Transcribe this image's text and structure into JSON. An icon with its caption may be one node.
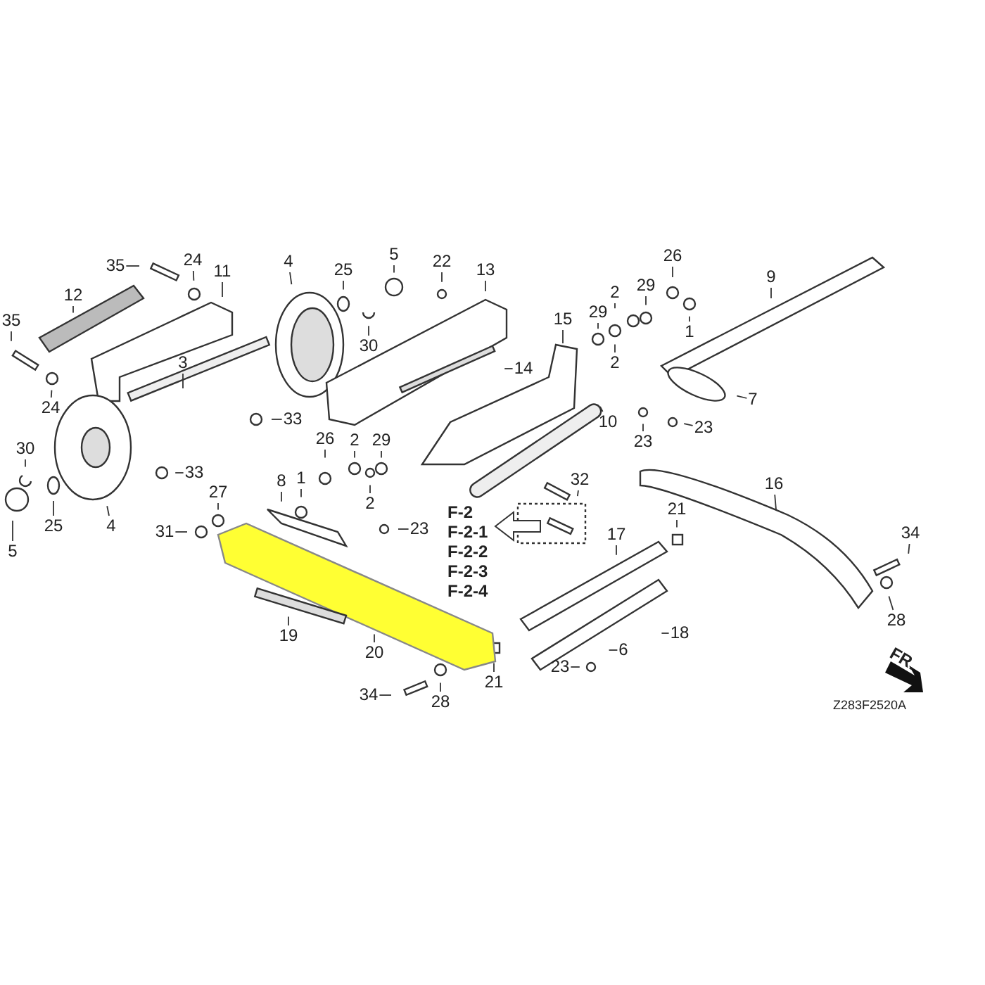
{
  "diagram": {
    "nodes": [
      {
        "text": [
          "35"
        ]
      },
      {
        "text": [
          "24"
        ]
      },
      {
        "text": [
          "11"
        ]
      },
      {
        "text": [
          "12"
        ]
      },
      {
        "text": [
          "35"
        ]
      },
      {
        "text": [
          "24"
        ]
      },
      {
        "text": [
          "3"
        ]
      },
      {
        "text": [
          "33"
        ]
      },
      {
        "text": [
          "33"
        ]
      },
      {
        "text": [
          "4"
        ]
      },
      {
        "text": [
          "30"
        ]
      },
      {
        "text": [
          "25"
        ]
      },
      {
        "text": [
          "4"
        ]
      },
      {
        "text": [
          "5"
        ]
      },
      {
        "text": [
          "27"
        ]
      },
      {
        "text": [
          "31"
        ]
      },
      {
        "text": [
          "8"
        ]
      },
      {
        "text": [
          "1"
        ]
      },
      {
        "text": [
          "26"
        ]
      },
      {
        "text": [
          "2"
        ]
      },
      {
        "text": [
          "29"
        ]
      },
      {
        "text": [
          "2"
        ]
      },
      {
        "text": [
          "23"
        ]
      },
      {
        "text": [
          "25"
        ]
      },
      {
        "text": [
          "5"
        ]
      },
      {
        "text": [
          "30"
        ]
      },
      {
        "text": [
          "22"
        ]
      },
      {
        "text": [
          "13"
        ]
      },
      {
        "text": [
          "14"
        ]
      },
      {
        "text": [
          "15"
        ]
      },
      {
        "text": [
          "29"
        ]
      },
      {
        "text": [
          "2"
        ]
      },
      {
        "text": [
          "29"
        ]
      },
      {
        "text": [
          "26"
        ]
      },
      {
        "text": [
          "2"
        ]
      },
      {
        "text": [
          "1"
        ]
      },
      {
        "text": [
          "9"
        ]
      },
      {
        "text": [
          "7"
        ]
      },
      {
        "text": [
          "23"
        ]
      },
      {
        "text": [
          "23"
        ]
      },
      {
        "text": [
          "10"
        ]
      },
      {
        "text": [
          "32"
        ]
      },
      {
        "text": [
          "16"
        ]
      },
      {
        "text": [
          "21"
        ]
      },
      {
        "text": [
          "34"
        ]
      },
      {
        "text": [
          "28"
        ]
      },
      {
        "text": [
          "17"
        ]
      },
      {
        "text": [
          "18"
        ]
      },
      {
        "text": [
          "6"
        ]
      },
      {
        "text": [
          "23"
        ]
      },
      {
        "text": [
          "21"
        ]
      },
      {
        "text": [
          "20"
        ]
      },
      {
        "text": [
          "19"
        ]
      },
      {
        "text": [
          "34"
        ]
      },
      {
        "text": [
          "28"
        ]
      }
    ],
    "edges": [
      {
        "from": 0,
        "to": null,
        "arrow": "none"
      },
      {
        "from": 1,
        "to": null,
        "arrow": "none"
      },
      {
        "from": 2,
        "to": null,
        "arrow": "none"
      },
      {
        "from": 3,
        "to": null,
        "arrow": "none"
      },
      {
        "from": 4,
        "to": null,
        "arrow": "none"
      },
      {
        "from": 5,
        "to": null,
        "arrow": "none"
      },
      {
        "from": 6,
        "to": null,
        "arrow": "none"
      },
      {
        "from": 7,
        "to": null,
        "arrow": "none"
      },
      {
        "from": 8,
        "to": null,
        "arrow": "none"
      },
      {
        "from": 9,
        "to": null,
        "arrow": "none"
      },
      {
        "from": 10,
        "to": null,
        "arrow": "none"
      },
      {
        "from": 11,
        "to": null,
        "arrow": "none"
      },
      {
        "from": 12,
        "to": null,
        "arrow": "none"
      },
      {
        "from": 13,
        "to": null,
        "arrow": "none"
      },
      {
        "from": 14,
        "to": null,
        "arrow": "none"
      },
      {
        "from": 15,
        "to": null,
        "arrow": "none"
      },
      {
        "from": 16,
        "to": null,
        "arrow": "none"
      },
      {
        "from": 17,
        "to": null,
        "arrow": "none"
      },
      {
        "from": 18,
        "to": null,
        "arrow": "none"
      },
      {
        "from": 19,
        "to": null,
        "arrow": "none"
      },
      {
        "from": 20,
        "to": null,
        "arrow": "none"
      },
      {
        "from": 21,
        "to": null,
        "arrow": "none"
      },
      {
        "from": 22,
        "to": null,
        "arrow": "none"
      },
      {
        "from": 23,
        "to": null,
        "arrow": "none"
      },
      {
        "from": 24,
        "to": null,
        "arrow": "none"
      },
      {
        "from": 25,
        "to": null,
        "arrow": "none"
      },
      {
        "from": 26,
        "to": null,
        "arrow": "none"
      },
      {
        "from": 27,
        "to": null,
        "arrow": "none"
      },
      {
        "from": 28,
        "to": null,
        "arrow": "none"
      },
      {
        "from": 29,
        "to": null,
        "arrow": "none"
      },
      {
        "from": 30,
        "to": null,
        "arrow": "none"
      },
      {
        "from": 31,
        "to": null,
        "arrow": "none"
      },
      {
        "from": 32,
        "to": null,
        "arrow": "none"
      },
      {
        "from": 33,
        "to": null,
        "arrow": "none"
      },
      {
        "from": 34,
        "to": null,
        "arrow": "none"
      },
      {
        "from": 35,
        "to": null,
        "arrow": "none"
      },
      {
        "from": 36,
        "to": null,
        "arrow": "none"
      },
      {
        "from": 37,
        "to": null,
        "arrow": "none"
      },
      {
        "from": 38,
        "to": null,
        "arrow": "none"
      },
      {
        "from": 39,
        "to": null,
        "arrow": "none"
      },
      {
        "from": 40,
        "to": null,
        "arrow": "none"
      },
      {
        "from": 41,
        "to": null,
        "arrow": "none"
      },
      {
        "from": 42,
        "to": null,
        "arrow": "none"
      },
      {
        "from": 43,
        "to": null,
        "arrow": "none"
      },
      {
        "from": 44,
        "to": null,
        "arrow": "none"
      },
      {
        "from": 45,
        "to": null,
        "arrow": "none"
      },
      {
        "from": 46,
        "to": null,
        "arrow": "none"
      },
      {
        "from": 47,
        "to": null,
        "arrow": "none"
      },
      {
        "from": 48,
        "to": null,
        "arrow": "none"
      },
      {
        "from": 49,
        "to": null,
        "arrow": "none"
      },
      {
        "from": 50,
        "to": null,
        "arrow": "none"
      },
      {
        "from": 51,
        "to": null,
        "arrow": "none"
      },
      {
        "from": 52,
        "to": null,
        "arrow": "none"
      },
      {
        "from": 53,
        "to": null,
        "arrow": "none"
      },
      {
        "from": 54,
        "to": null,
        "arrow": "none"
      }
    ],
    "labels": [
      "F-2",
      "F-2-1",
      "F-2-2",
      "F-2-3",
      "F-2-4",
      "FR.",
      "Z283F2520A"
    ]
  }
}
